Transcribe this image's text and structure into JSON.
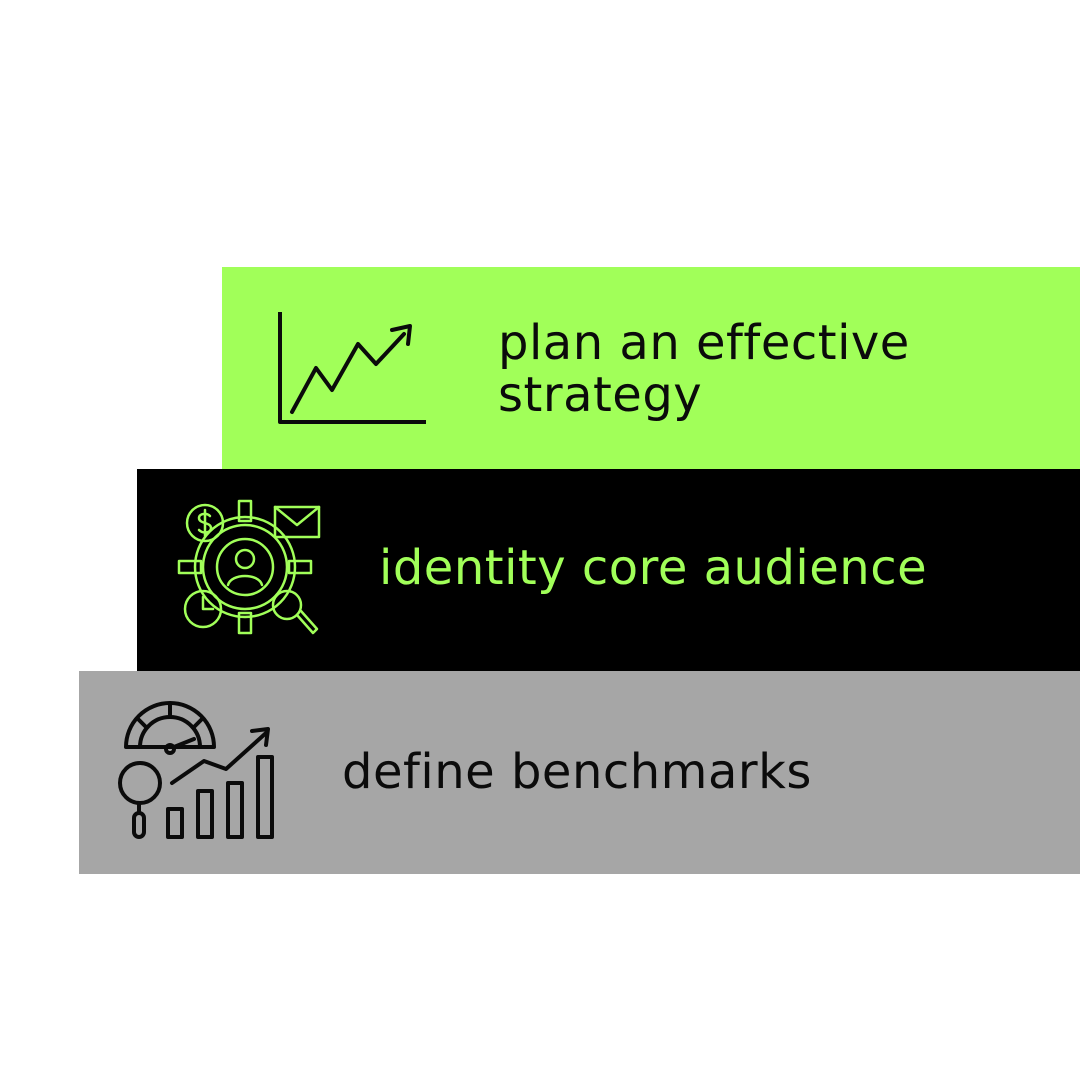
{
  "steps": [
    {
      "label": "plan an effective strategy",
      "icon": "line-chart-growth-icon",
      "bg_color": "#a1ff59",
      "text_color": "#0b0b0b"
    },
    {
      "label": "identity core audience",
      "icon": "audience-target-icon",
      "bg_color": "#000000",
      "text_color": "#a1ff59"
    },
    {
      "label": "define benchmarks",
      "icon": "benchmark-analytics-icon",
      "bg_color": "#a6a6a6",
      "text_color": "#0b0b0b"
    }
  ]
}
